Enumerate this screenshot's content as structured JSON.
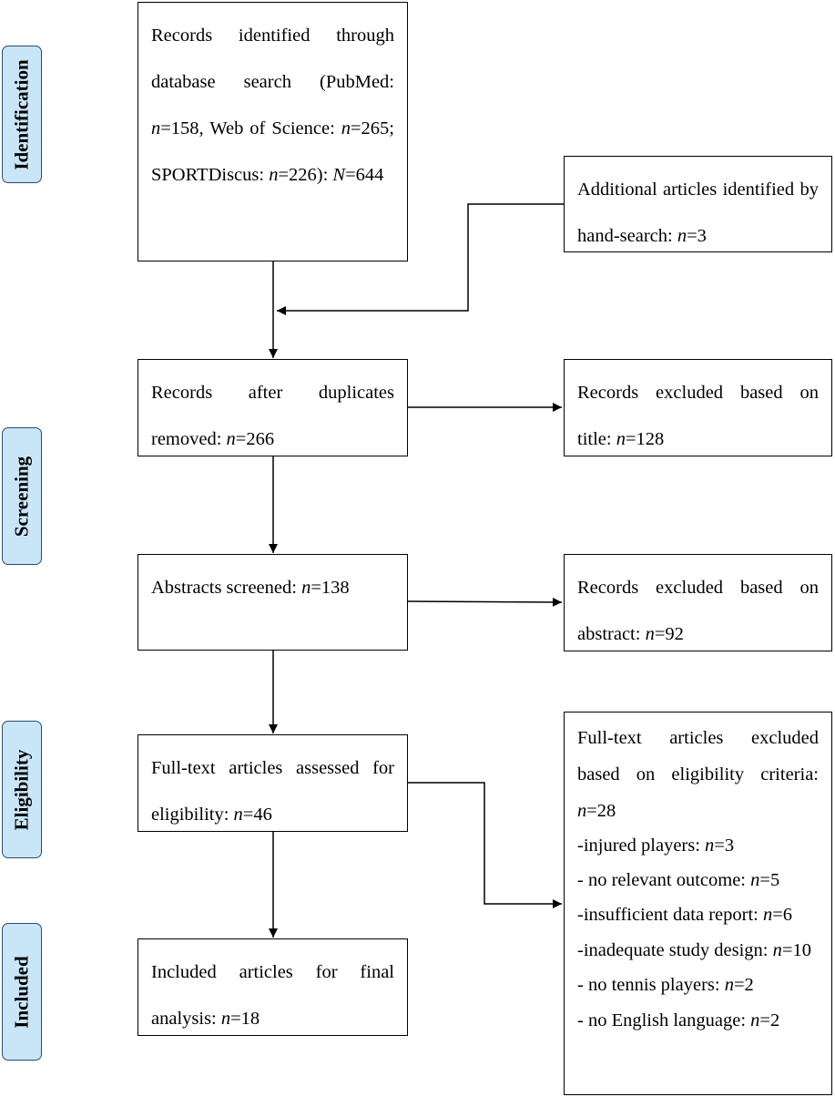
{
  "stages": [
    {
      "id": "identification",
      "label": "Identification"
    },
    {
      "id": "screening",
      "label": "Screening"
    },
    {
      "id": "eligibility",
      "label": "Eligibility"
    },
    {
      "id": "included",
      "label": "Included"
    }
  ],
  "boxes": {
    "records_identified": {
      "text": "Records identified through database search (PubMed:",
      "n1_label": "n",
      "n1_value": "=158, Web of Science:",
      "n2_label": "n",
      "n2_value": "=265;",
      "n2_tail": "SPORTDiscus:",
      "n3_label": "n",
      "n3_value": "=226):",
      "total_label": "N",
      "total_value": "=644"
    },
    "hand_search": {
      "text": "Additional articles identified by hand-search:",
      "n_label": "n",
      "n_value": "=3"
    },
    "after_duplicates": {
      "text": "Records after duplicates removed:",
      "n_label": "n",
      "n_value": "=266"
    },
    "excluded_title": {
      "text": "Records excluded based on title:",
      "n_label": "n",
      "n_value": "=128"
    },
    "abstracts_screened": {
      "text": "Abstracts screened:",
      "n_label": "n",
      "n_value": "=138"
    },
    "excluded_abstract": {
      "text": "Records excluded based on abstract:",
      "n_label": "n",
      "n_value": "=92"
    },
    "fulltext_assessed": {
      "text": "Full-text articles assessed for eligibility:",
      "n_label": "n",
      "n_value": "=46"
    },
    "fulltext_excluded": {
      "head": "Full-text articles excluded based on eligibility criteria:",
      "n_label": "n",
      "n_value": "=28",
      "reasons": [
        {
          "text": "-injured players:",
          "n_label": "n",
          "n_value": "=3"
        },
        {
          "text": "- no relevant outcome:",
          "n_label": "n",
          "n_value": "=5"
        },
        {
          "text": "-insufficient data report:",
          "n_label": "n",
          "n_value": "=6"
        },
        {
          "text": "-inadequate study design:",
          "n_label": "n",
          "n_value": "=10"
        },
        {
          "text": "- no tennis players:",
          "n_label": "n",
          "n_value": "=2"
        },
        {
          "text": "- no English language:",
          "n_label": "n",
          "n_value": "=2"
        }
      ]
    },
    "included_final": {
      "text": "Included articles for final analysis:",
      "n_label": "n",
      "n_value": "=18"
    }
  }
}
